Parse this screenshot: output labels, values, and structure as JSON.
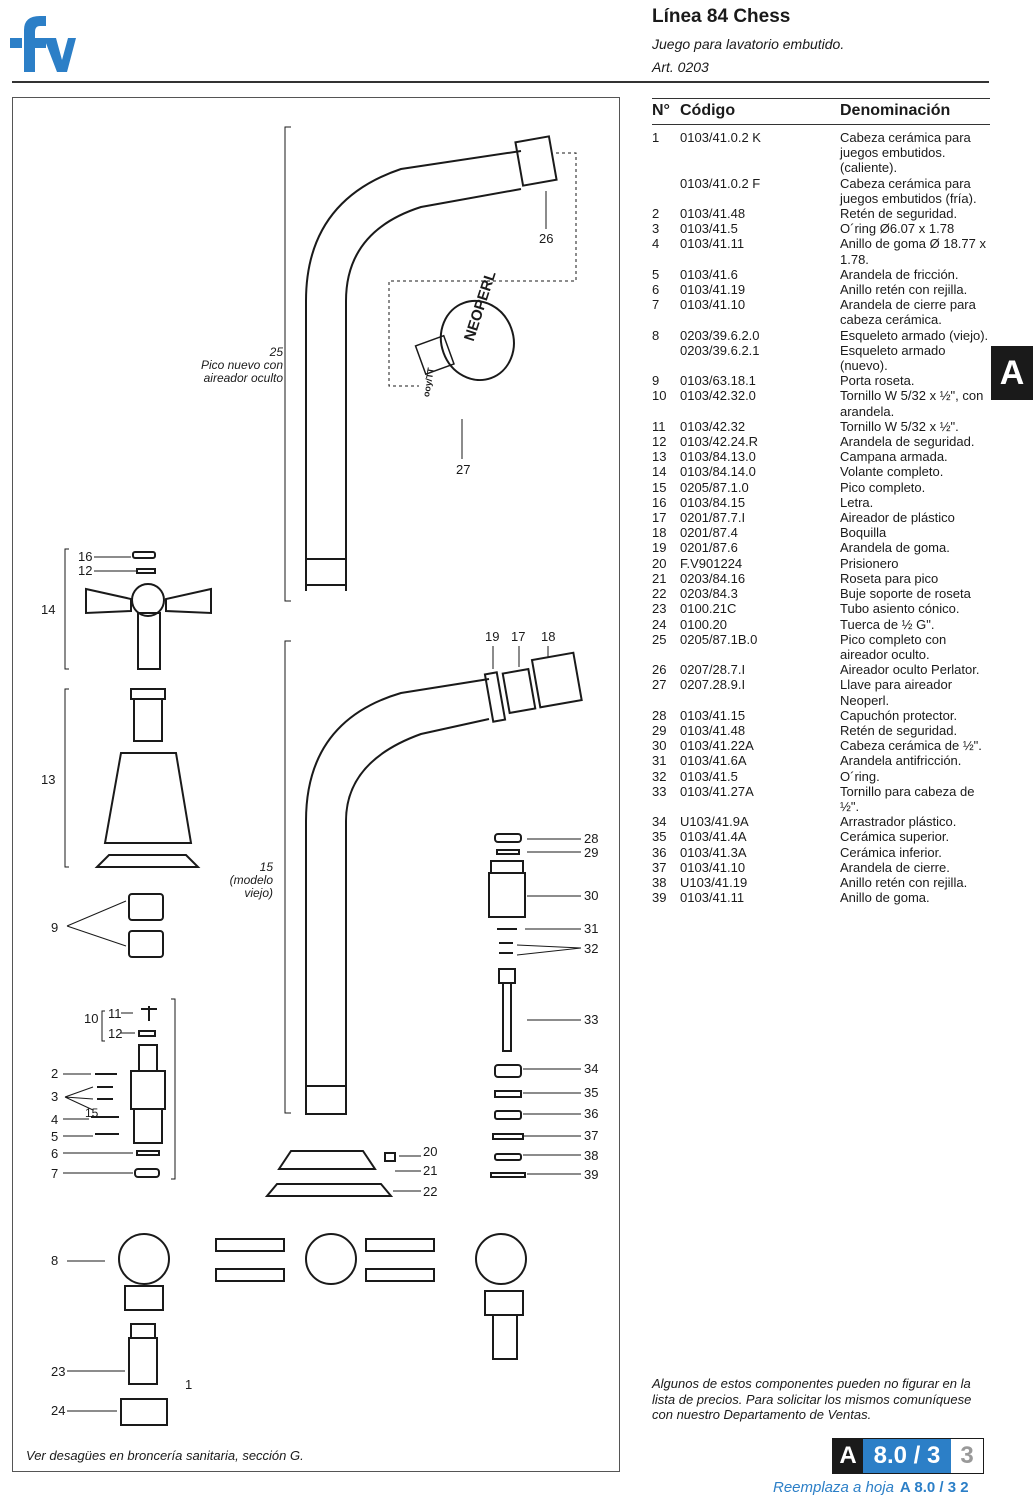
{
  "header": {
    "logo_text": "fv",
    "title": "Línea 84 Chess",
    "subtitle": "Juego para lavatorio embutido.",
    "article": "Art. 0203"
  },
  "colors": {
    "brand_blue": "#2c7fc7",
    "dark": "#1a1a1a",
    "muted": "#999999"
  },
  "diagram": {
    "annotations": {
      "pico_nuevo": [
        "25",
        "Pico nuevo con",
        "aireador oculto"
      ],
      "modelo_viejo": [
        "15",
        "(modelo",
        "viejo)"
      ],
      "neoperl_key_text": "NEOPERL",
      "neoperl_small": "ooy/TT"
    },
    "numbers": [
      "26",
      "27",
      "16",
      "12",
      "14",
      "19",
      "17",
      "18",
      "13",
      "28",
      "29",
      "15",
      "30",
      "9",
      "31",
      "32",
      "11",
      "10",
      "12",
      "33",
      "1",
      "2",
      "34",
      "3",
      "35",
      "4",
      "36",
      "5",
      "37",
      "6",
      "38",
      "7",
      "39",
      "20",
      "21",
      "22",
      "8",
      "23",
      "24"
    ],
    "footer": "Ver desagües en broncería sanitaria, sección G."
  },
  "parts_table": {
    "headers": {
      "no": "N°",
      "code": "Código",
      "name": "Denominación"
    },
    "rows": [
      {
        "no": "1",
        "code": "0103/41.0.2 K",
        "name": "Cabeza cerámica para juegos embutidos. (caliente)."
      },
      {
        "no": "",
        "code": "0103/41.0.2 F",
        "name": "Cabeza cerámica para juegos embutidos (fría)."
      },
      {
        "no": "2",
        "code": "0103/41.48",
        "name": "Retén de seguridad."
      },
      {
        "no": "3",
        "code": "0103/41.5",
        "name": "O´ring Ø6.07 x 1.78"
      },
      {
        "no": "4",
        "code": "0103/41.11",
        "name": "Anillo de goma Ø 18.77 x 1.78."
      },
      {
        "no": "5",
        "code": "0103/41.6",
        "name": "Arandela de fricción."
      },
      {
        "no": "6",
        "code": "0103/41.19",
        "name": "Anillo retén con rejilla."
      },
      {
        "no": "7",
        "code": "0103/41.10",
        "name": "Arandela de cierre para cabeza cerámica."
      },
      {
        "no": "8",
        "code": "0203/39.6.2.0",
        "name": "Esqueleto armado (viejo)."
      },
      {
        "no": "",
        "code": "0203/39.6.2.1",
        "name": "Esqueleto armado (nuevo)."
      },
      {
        "no": "9",
        "code": "0103/63.18.1",
        "name": "Porta roseta."
      },
      {
        "no": "10",
        "code": "0103/42.32.0",
        "name": "Tornillo W 5/32 x ½\", con arandela."
      },
      {
        "no": "11",
        "code": "0103/42.32",
        "name": "Tornillo W 5/32 x ½\"."
      },
      {
        "no": "12",
        "code": "0103/42.24.R",
        "name": "Arandela de seguridad."
      },
      {
        "no": "13",
        "code": "0103/84.13.0",
        "name": "Campana armada."
      },
      {
        "no": "14",
        "code": "0103/84.14.0",
        "name": "Volante completo."
      },
      {
        "no": "15",
        "code": "0205/87.1.0",
        "name": "Pico completo."
      },
      {
        "no": "16",
        "code": "0103/84.15",
        "name": "Letra."
      },
      {
        "no": "17",
        "code": "0201/87.7.I",
        "name": "Aireador de plástico"
      },
      {
        "no": "18",
        "code": "0201/87.4",
        "name": "Boquilla"
      },
      {
        "no": "19",
        "code": "0201/87.6",
        "name": "Arandela de goma."
      },
      {
        "no": "20",
        "code": "F.V901224",
        "name": "Prisionero"
      },
      {
        "no": "21",
        "code": "0203/84.16",
        "name": "Roseta para pico"
      },
      {
        "no": "22",
        "code": "0203/84.3",
        "name": "Buje soporte de roseta"
      },
      {
        "no": "23",
        "code": "0100.21C",
        "name": "Tubo asiento cónico."
      },
      {
        "no": "24",
        "code": "0100.20",
        "name": "Tuerca de ½ G\"."
      },
      {
        "no": "25",
        "code": "0205/87.1B.0",
        "name": "Pico completo con aireador oculto."
      },
      {
        "no": "26",
        "code": "0207/28.7.I",
        "name": "Aireador oculto Perlator."
      },
      {
        "no": "27",
        "code": "0207.28.9.I",
        "name": "Llave para aireador Neoperl."
      },
      {
        "no": "28",
        "code": "0103/41.15",
        "name": "Capuchón protector."
      },
      {
        "no": "29",
        "code": "0103/41.48",
        "name": "Retén de seguridad."
      },
      {
        "no": "30",
        "code": "0103/41.22A",
        "name": "Cabeza cerámica de ½\"."
      },
      {
        "no": "31",
        "code": "0103/41.6A",
        "name": "Arandela antifricción."
      },
      {
        "no": "32",
        "code": "0103/41.5",
        "name": "O´ring."
      },
      {
        "no": "33",
        "code": "0103/41.27A",
        "name": "Tornillo para cabeza de ½\"."
      },
      {
        "no": "34",
        "code": "U103/41.9A",
        "name": "Arrastrador plástico."
      },
      {
        "no": "35",
        "code": "0103/41.4A",
        "name": "Cerámica superior."
      },
      {
        "no": "36",
        "code": "0103/41.3A",
        "name": "Cerámica inferior."
      },
      {
        "no": "37",
        "code": "0103/41.10",
        "name": "Arandela de cierre."
      },
      {
        "no": "38",
        "code": "U103/41.19",
        "name": "Anillo retén con rejilla."
      },
      {
        "no": "39",
        "code": "0103/41.11",
        "name": "Anillo de goma."
      }
    ]
  },
  "side_tab": "A",
  "note": "Algunos de estos componentes pueden no figurar en la lista de precios. Para solicitar los mismos comuníquese con nuestro Departamento de Ventas.",
  "page_box": {
    "section": "A",
    "number": "8.0 / 3",
    "sheet": "3"
  },
  "replaces": {
    "label": "Reemplaza a hoja",
    "ref": "A  8.0 / 3  2"
  }
}
